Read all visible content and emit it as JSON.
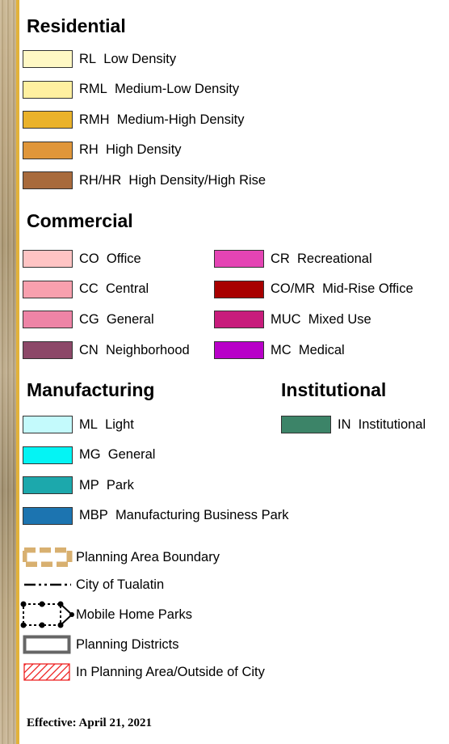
{
  "residential": {
    "title": "Residential",
    "items": [
      {
        "code": "RL",
        "name": "Low Density",
        "color": "#fff8c4"
      },
      {
        "code": "RML",
        "name": "Medium-Low Density",
        "color": "#fff0a0"
      },
      {
        "code": "RMH",
        "name": "Medium-High Density",
        "color": "#eab22a"
      },
      {
        "code": "RH",
        "name": "High Density",
        "color": "#e0963a"
      },
      {
        "code": "RH/HR",
        "name": "High Density/High Rise",
        "color": "#a86a3c"
      }
    ]
  },
  "commercial": {
    "title": "Commercial",
    "left": [
      {
        "code": "CO",
        "name": "Office",
        "color": "#ffc4c4"
      },
      {
        "code": "CC",
        "name": "Central",
        "color": "#f8a0ae"
      },
      {
        "code": "CG",
        "name": "General",
        "color": "#ee84a6"
      },
      {
        "code": "CN",
        "name": "Neighborhood",
        "color": "#8c4868"
      }
    ],
    "right": [
      {
        "code": "CR",
        "name": "Recreational",
        "color": "#e444b4"
      },
      {
        "code": "CO/MR",
        "name": "Mid-Rise Office",
        "color": "#a80000"
      },
      {
        "code": "MUC",
        "name": "Mixed Use",
        "color": "#c81c7c"
      },
      {
        "code": "MC",
        "name": "Medical",
        "color": "#b800c8"
      }
    ]
  },
  "manufacturing": {
    "title": "Manufacturing",
    "items": [
      {
        "code": "ML",
        "name": "Light",
        "color": "#c4fafc"
      },
      {
        "code": "MG",
        "name": "General",
        "color": "#04f4f4"
      },
      {
        "code": "MP",
        "name": "Park",
        "color": "#1ca8ac"
      },
      {
        "code": "MBP",
        "name": "Manufacturing Business Park",
        "color": "#1c74b0"
      }
    ]
  },
  "institutional": {
    "title": "Institutional",
    "items": [
      {
        "code": "IN",
        "name": "Institutional",
        "color": "#3c8468"
      }
    ]
  },
  "symbols": [
    {
      "label": "Planning Area Boundary",
      "icon": "planning-area-boundary-icon",
      "color": "#d8b070"
    },
    {
      "label": "City of Tualatin",
      "icon": "city-boundary-icon",
      "color": "#000000"
    },
    {
      "label": "Mobile Home Parks",
      "icon": "mobile-home-parks-icon",
      "color": "#000000"
    },
    {
      "label": "Planning Districts",
      "icon": "planning-districts-icon",
      "color": "#666666"
    },
    {
      "label": "In Planning Area/Outside of City",
      "icon": "hatched-area-icon",
      "color": "#ee2222"
    }
  ],
  "footer": {
    "effective": "Effective: April 21, 2021"
  }
}
